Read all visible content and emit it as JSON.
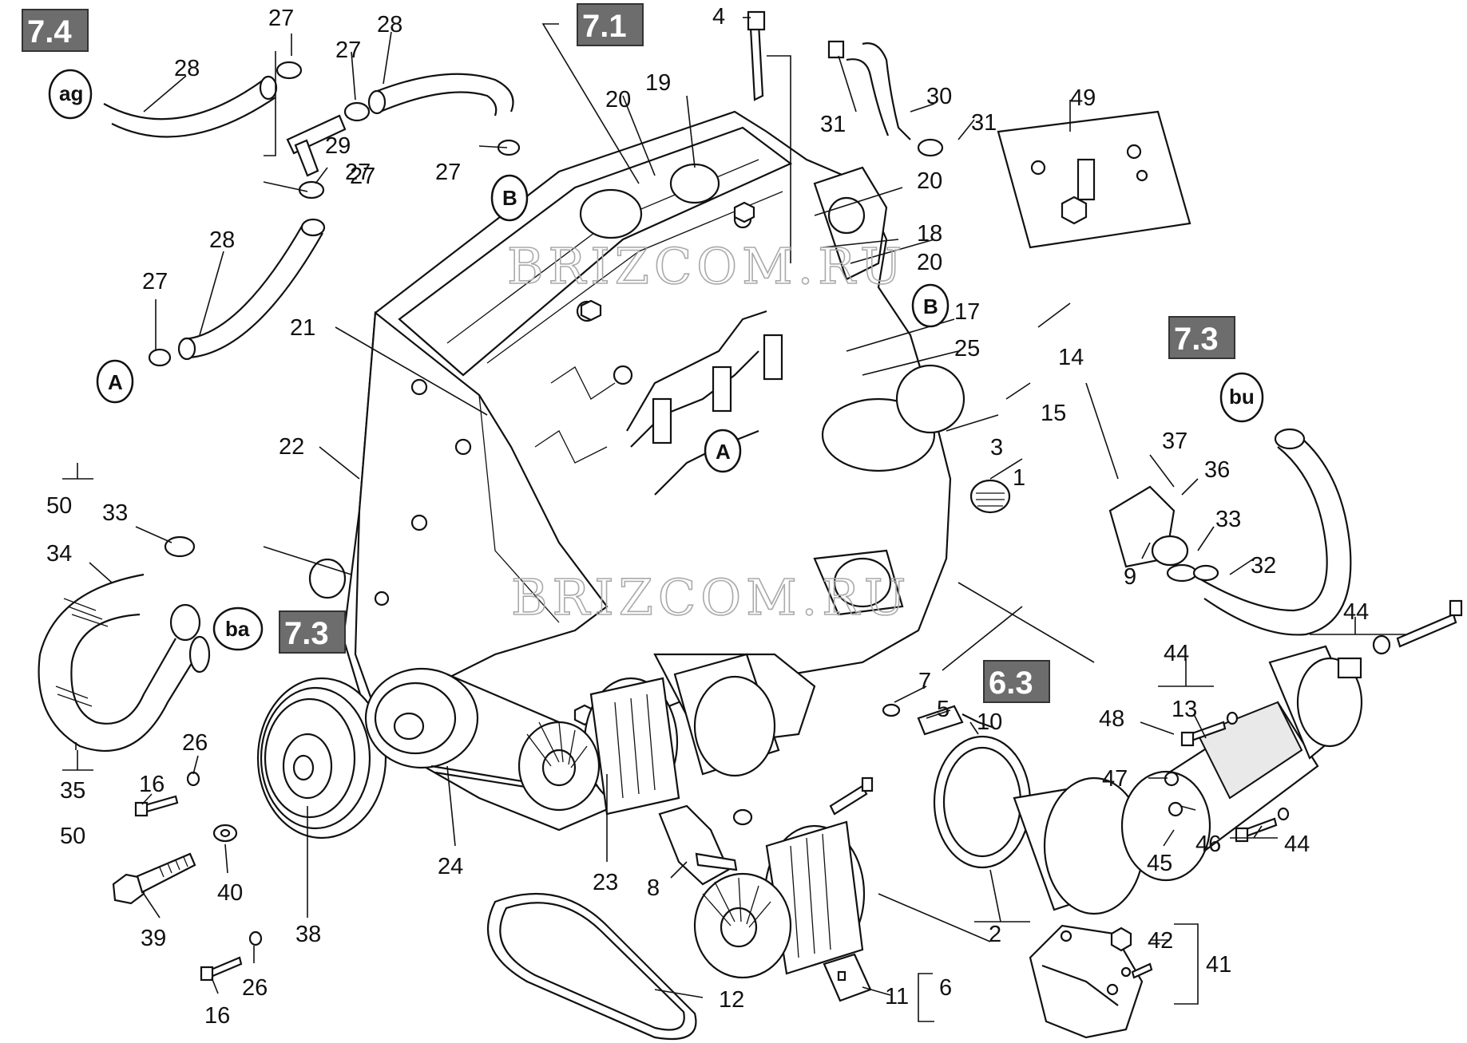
{
  "watermarks": [
    "BRIZCOM.RU",
    "BRIZCOM.RU"
  ],
  "section_refs": [
    "7.4",
    "7.1",
    "7.3",
    "7.3",
    "6.3"
  ],
  "connector_bubbles": [
    "ag",
    "B",
    "A",
    "B",
    "A",
    "bu",
    "ba"
  ],
  "part_numbers": [
    "27",
    "28",
    "27",
    "28",
    "29",
    "27",
    "27",
    "27",
    "28",
    "27",
    "4",
    "20",
    "19",
    "31",
    "30",
    "31",
    "49",
    "20",
    "18",
    "20",
    "21",
    "17",
    "25",
    "14",
    "15",
    "22",
    "3",
    "1",
    "37",
    "36",
    "33",
    "9",
    "32",
    "50",
    "34",
    "33",
    "35",
    "50",
    "16",
    "26",
    "40",
    "39",
    "38",
    "16",
    "26",
    "24",
    "23",
    "8",
    "12",
    "7",
    "5",
    "10",
    "44",
    "44",
    "48",
    "13",
    "47",
    "46",
    "45",
    "44",
    "2",
    "42",
    "41",
    "11",
    "6"
  ]
}
